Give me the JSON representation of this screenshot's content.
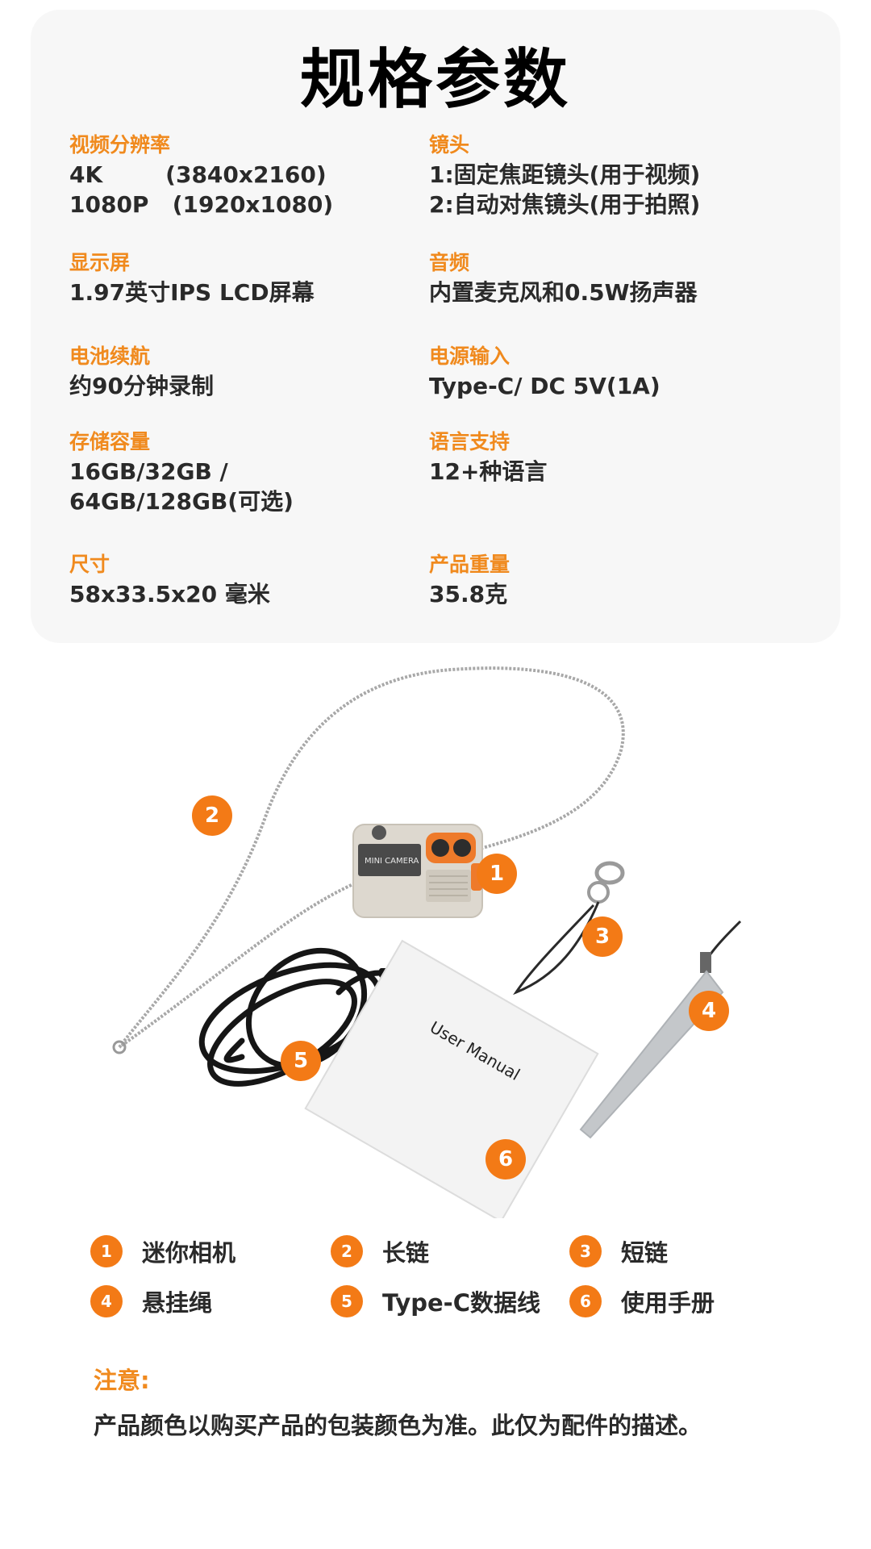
{
  "title": "规格参数",
  "specs": [
    {
      "label": "视频分辨率",
      "lines": [
        "4K        (3840x2160)",
        "1080P   (1920x1080)"
      ]
    },
    {
      "label": "镜头",
      "lines": [
        "1:固定焦距镜头(用于视频)",
        "2:自动对焦镜头(用于拍照)"
      ]
    },
    {
      "label": "显示屏",
      "lines": [
        "1.97英寸IPS LCD屏幕"
      ]
    },
    {
      "label": "音频",
      "lines": [
        "内置麦克风和0.5W扬声器"
      ]
    },
    {
      "label": "电池续航",
      "lines": [
        "约90分钟录制"
      ]
    },
    {
      "label": "电源输入",
      "lines": [
        "Type-C/ DC 5V(1A)"
      ]
    },
    {
      "label": "存储容量",
      "lines": [
        "16GB/32GB /",
        "64GB/128GB(可选)"
      ]
    },
    {
      "label": "语言支持",
      "lines": [
        "12+种语言"
      ]
    },
    {
      "label": "尺寸",
      "lines": [
        "58x33.5x20 毫米"
      ]
    },
    {
      "label": "产品重量",
      "lines": [
        "35.8克"
      ]
    }
  ],
  "illustration": {
    "badges": [
      "1",
      "2",
      "3",
      "4",
      "5",
      "6"
    ],
    "camera_text": "MINI CAMERA",
    "manual_text": "User Manual"
  },
  "legend": [
    {
      "num": "1",
      "label": "迷你相机"
    },
    {
      "num": "2",
      "label": "长链"
    },
    {
      "num": "3",
      "label": "短链"
    },
    {
      "num": "4",
      "label": "悬挂绳"
    },
    {
      "num": "5",
      "label": "Type-C数据线"
    },
    {
      "num": "6",
      "label": "使用手册"
    }
  ],
  "note": {
    "title": "注意:",
    "text": "产品颜色以购买产品的包装颜色为准。此仅为配件的描述。"
  },
  "colors": {
    "accent": "#f37a16",
    "label": "#f08a1e",
    "text": "#2a2a2a",
    "card": "#f7f7f7"
  }
}
